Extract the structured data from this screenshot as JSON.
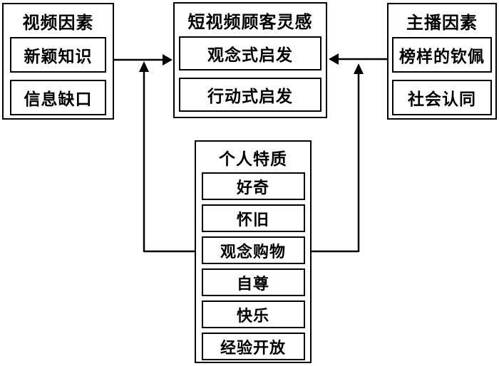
{
  "diagram": {
    "background_color": "#ffffff",
    "line_color": "#000000",
    "text_color": "#000000",
    "boxes": {
      "video_factors": {
        "title": "视频因素",
        "items": [
          "新颖知识",
          "信息缺口"
        ]
      },
      "customer_inspiration": {
        "title": "短视频顾客灵感",
        "items": [
          "观念式启发",
          "行动式启发"
        ]
      },
      "streamer_factors": {
        "title": "主播因素",
        "items": [
          "榜样的钦佩",
          "社会认同"
        ]
      },
      "personal_traits": {
        "title": "个人特质",
        "items": [
          "好奇",
          "怀旧",
          "观念购物",
          "自尊",
          "快乐",
          "经验开放"
        ]
      }
    },
    "relations": [
      "video_factors -> customer_inspiration",
      "streamer_factors -> customer_inspiration",
      "personal_traits -> (video_factors -> customer_inspiration)",
      "personal_traits -> (streamer_factors -> customer_inspiration)"
    ]
  }
}
